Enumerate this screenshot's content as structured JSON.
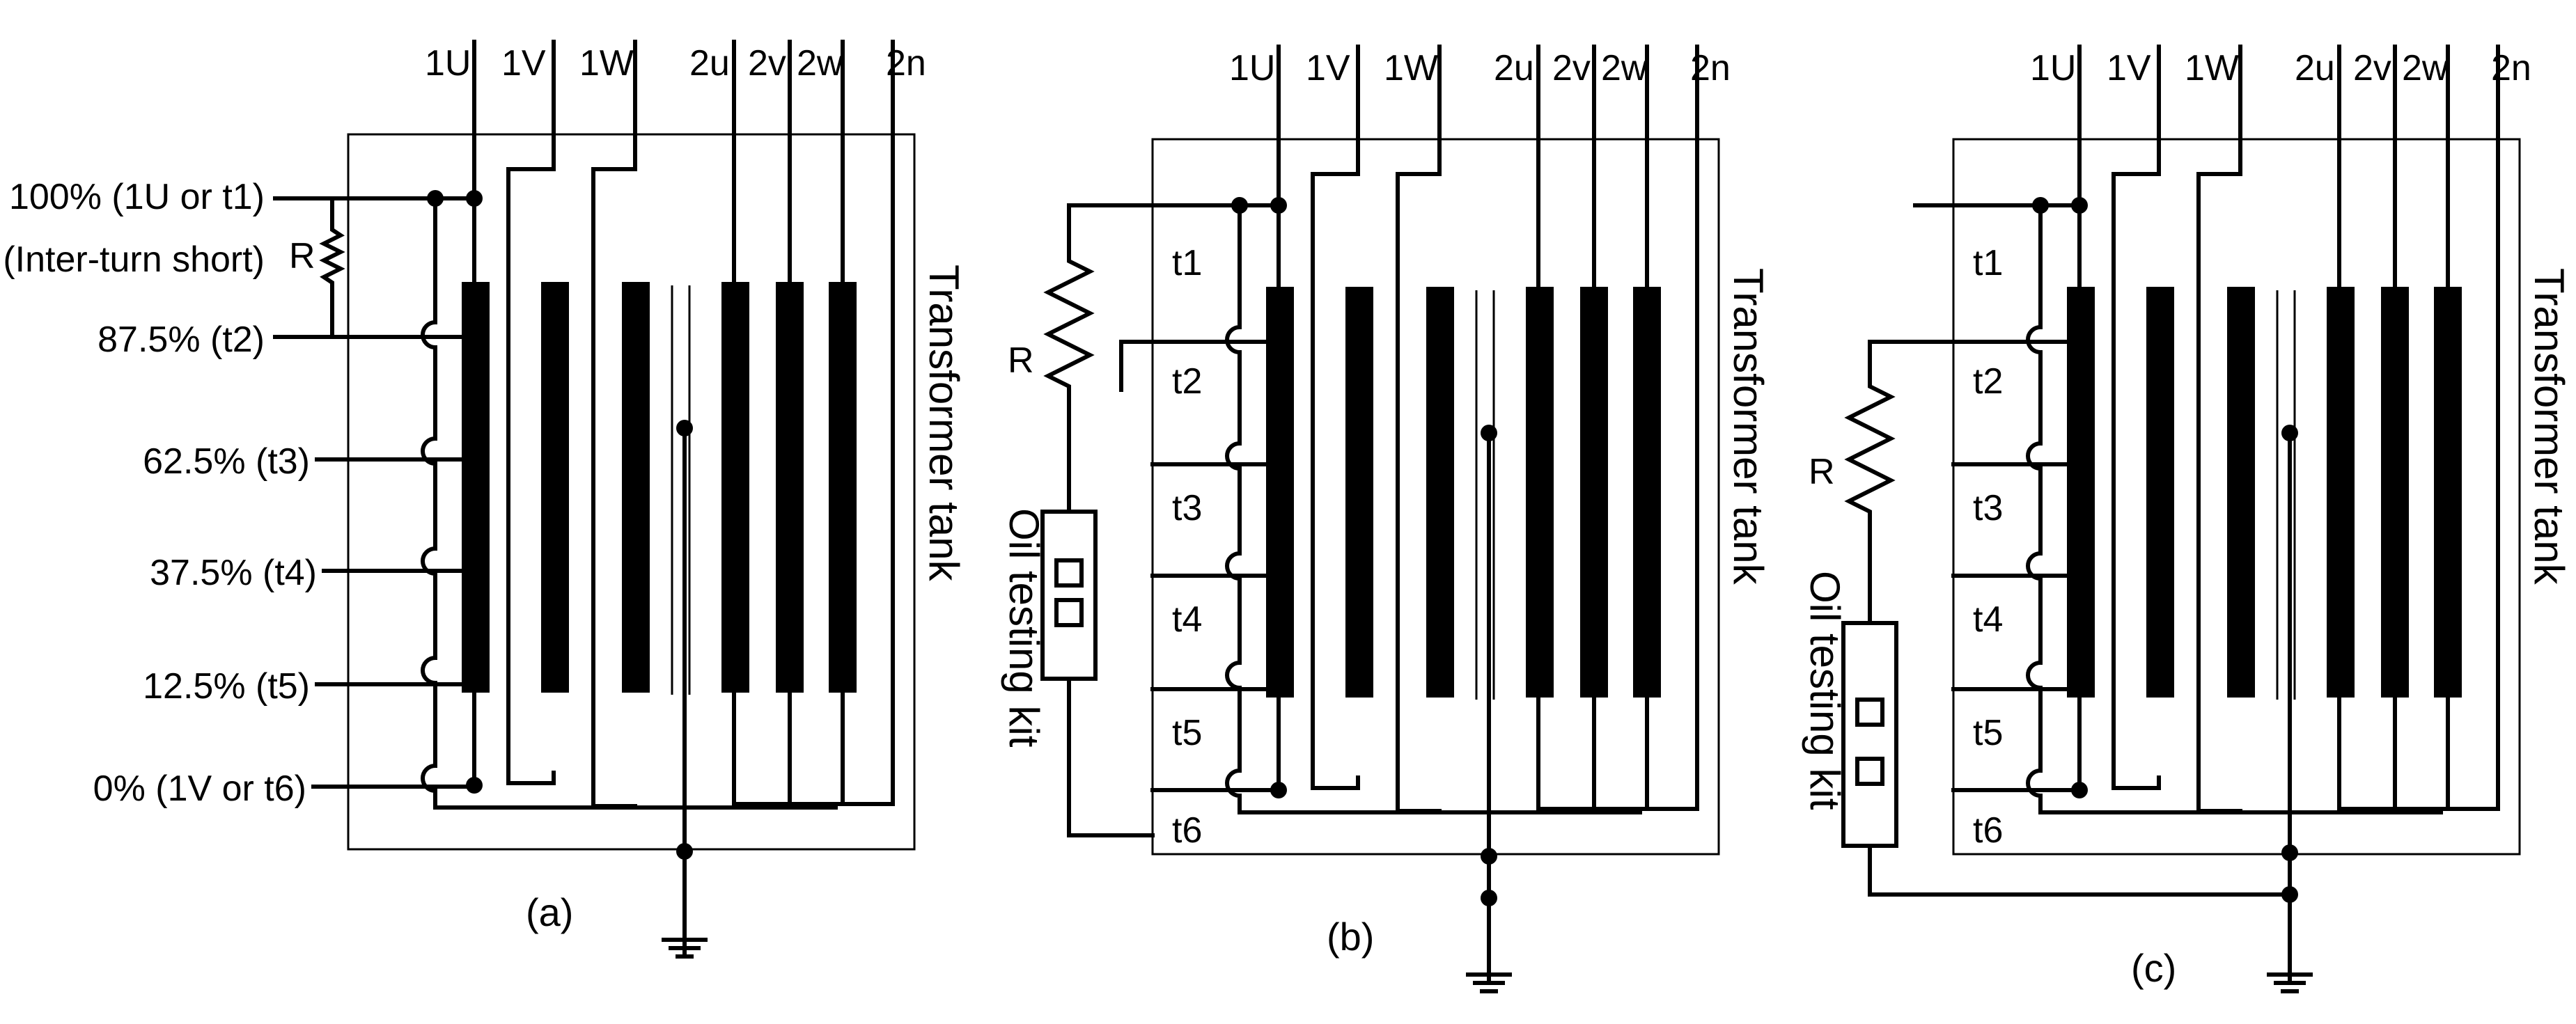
{
  "terminals": [
    "1U",
    "1V",
    "1W",
    "2u",
    "2v",
    "2w",
    "2n"
  ],
  "panel_a": {
    "caption": "(a)",
    "tank_label": "Transformer tank",
    "resistor_label": "R",
    "tap_labels": [
      "100% (1U or t1)",
      "(Inter-turn short)",
      "87.5% (t2)",
      "62.5% (t3)",
      "37.5% (t4)",
      "12.5% (t5)",
      "0% (1V or t6)"
    ]
  },
  "panel_b": {
    "caption": "(b)",
    "tank_label": "Transformer tank",
    "resistor_label": "R",
    "kit_label": "Oil testing kit",
    "tap_labels": [
      "t1",
      "t2",
      "t3",
      "t4",
      "t5",
      "t6"
    ]
  },
  "panel_c": {
    "caption": "(c)",
    "tank_label": "Transformer tank",
    "resistor_label": "R",
    "kit_label": "Oil testing kit",
    "tap_labels": [
      "t1",
      "t2",
      "t3",
      "t4",
      "t5",
      "t6"
    ]
  }
}
